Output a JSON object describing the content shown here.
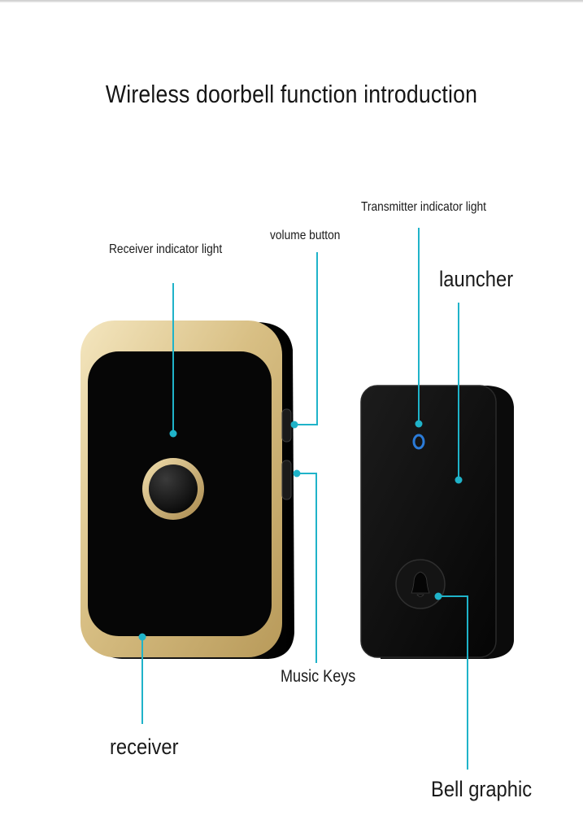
{
  "title": "Wireless doorbell function introduction",
  "labels": {
    "receiver_indicator": "Receiver indicator light",
    "volume_button": "volume button",
    "transmitter_indicator": "Transmitter indicator light",
    "launcher": "launcher",
    "music_keys": "Music Keys",
    "receiver": "receiver",
    "bell_graphic": "Bell graphic"
  },
  "colors": {
    "callout_line": "#1fb3c9",
    "receiver_trim": "#d9c38a",
    "device_body": "#0a0a0a",
    "indicator_blue": "#2b7bd8"
  }
}
